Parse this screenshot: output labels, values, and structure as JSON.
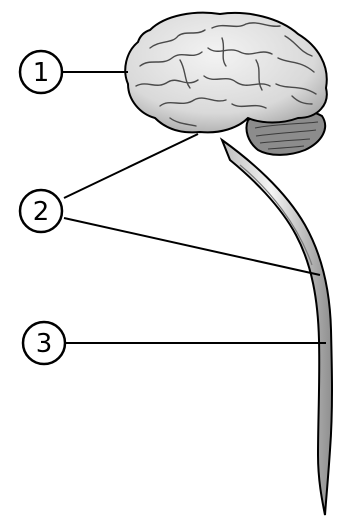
{
  "diagram": {
    "labels": [
      {
        "id": "1",
        "text": "1"
      },
      {
        "id": "2",
        "text": "2"
      },
      {
        "id": "3",
        "text": "3"
      }
    ],
    "colors": {
      "stroke": "#000000",
      "brain_fill": "#e6e6e6",
      "brain_shadow": "#b3b3b3",
      "cerebellum_fill": "#8c8c8c",
      "cord_fill": "#f2f2f2",
      "cord_shadow": "#9a9a9a"
    }
  }
}
